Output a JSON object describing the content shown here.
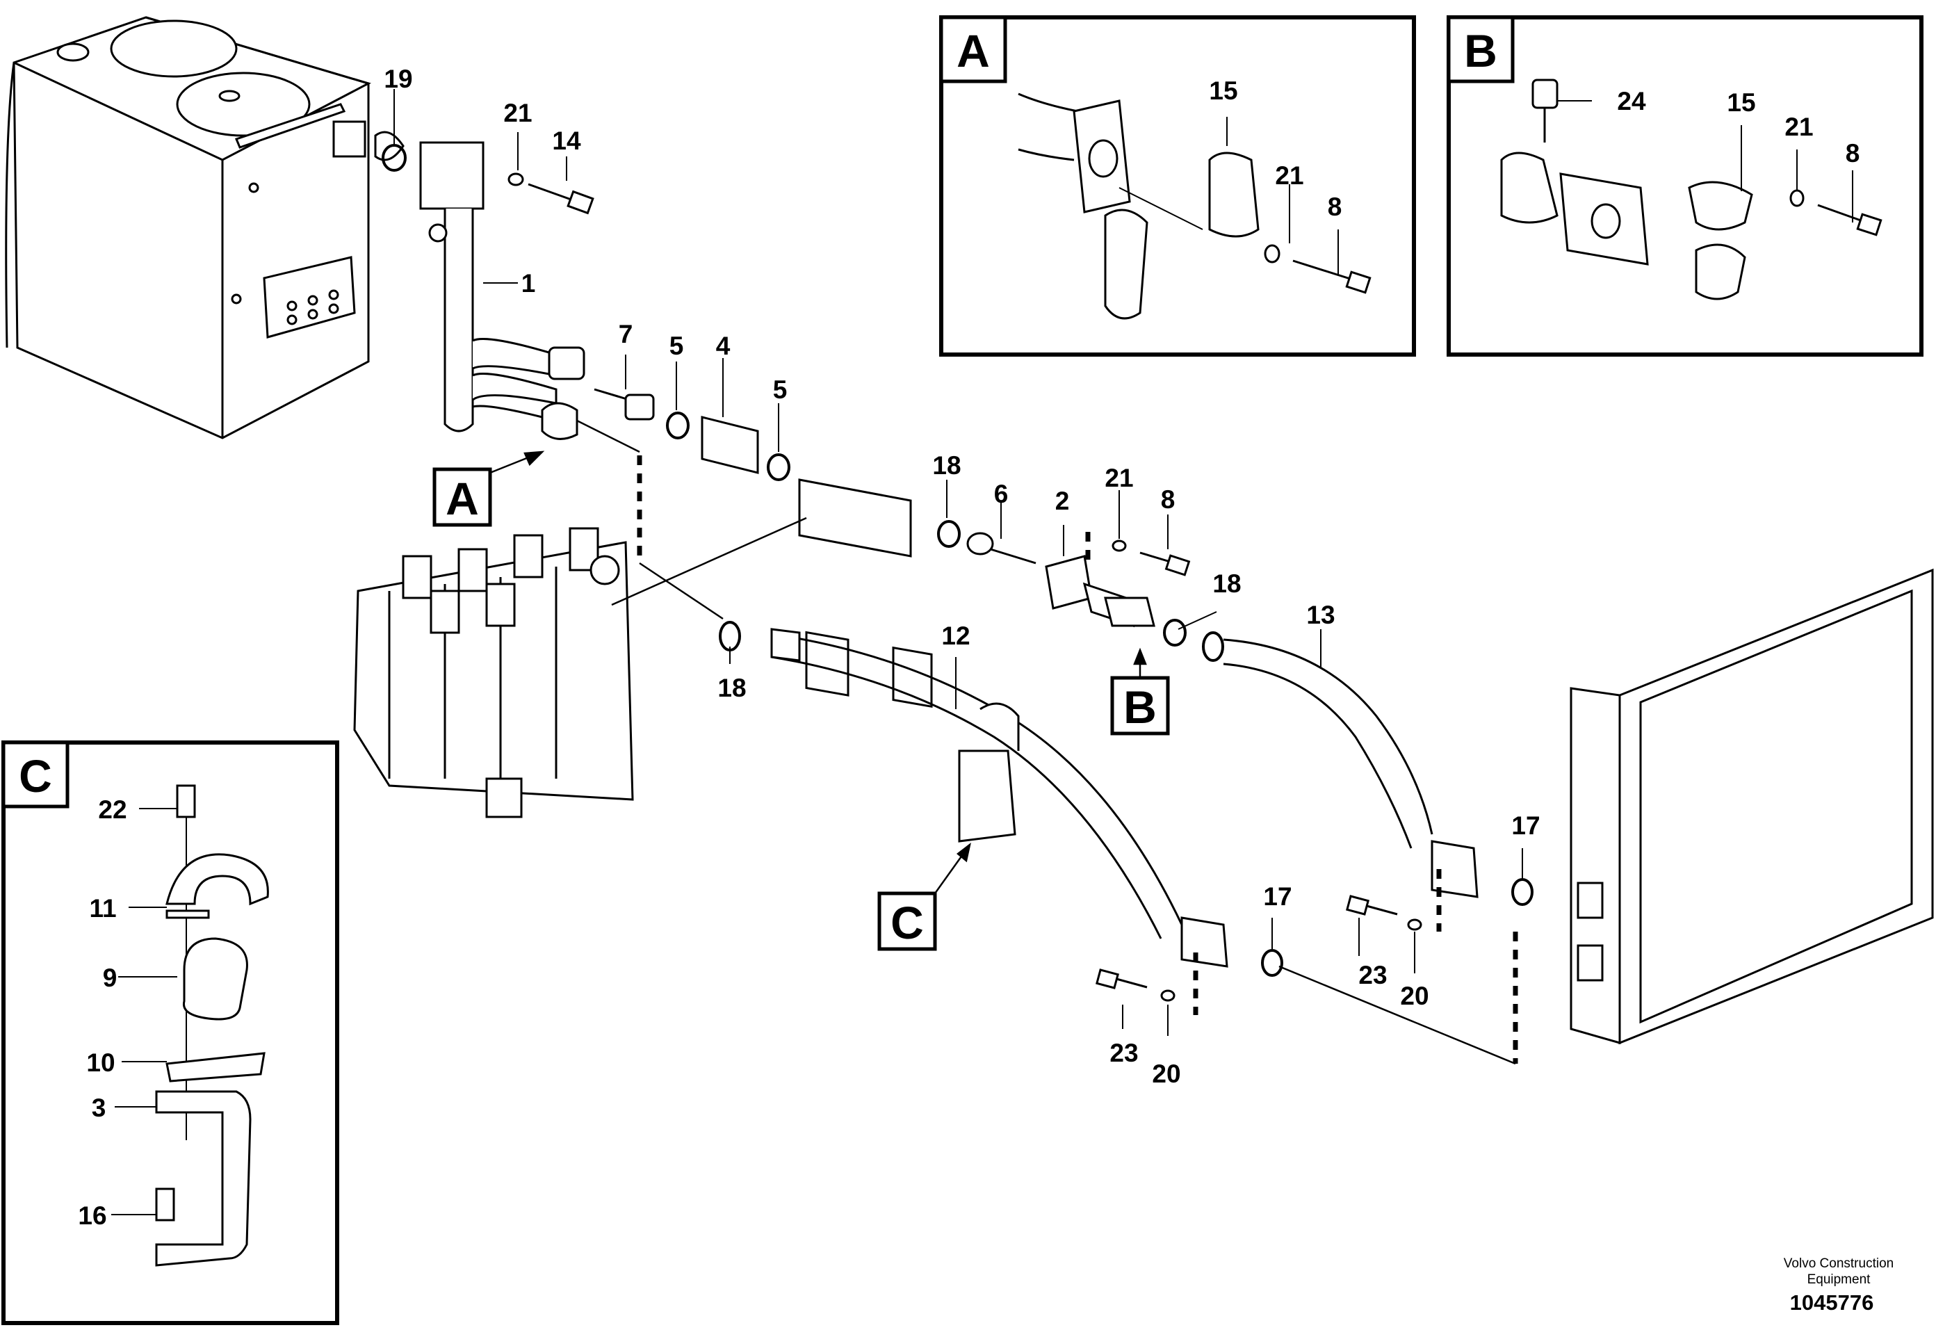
{
  "callouts": {
    "a": "A",
    "b": "B",
    "c": "C"
  },
  "part_numbers": {
    "p1": "1",
    "p2": "2",
    "p3": "3",
    "p4": "4",
    "p5": "5",
    "p6": "6",
    "p7": "7",
    "p8": "8",
    "p9": "9",
    "p10": "10",
    "p11": "11",
    "p12": "12",
    "p13": "13",
    "p14": "14",
    "p15": "15",
    "p16": "16",
    "p17": "17",
    "p18": "18",
    "p19": "19",
    "p20": "20",
    "p21": "21",
    "p22": "22",
    "p23": "23",
    "p24": "24"
  },
  "footer": {
    "brand_line1": "Volvo Construction",
    "brand_line2": "Equipment",
    "drawing_id": "1045776"
  }
}
